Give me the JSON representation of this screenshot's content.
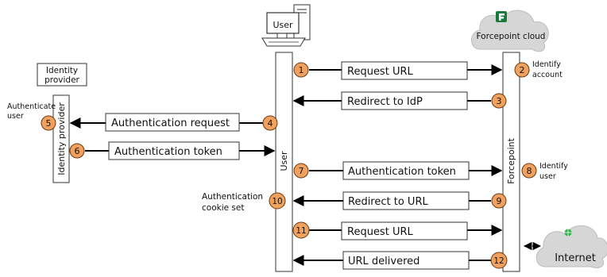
{
  "colors": {
    "badge_fill": "#F0A15E",
    "badge_stroke": "#6B3A12",
    "line": "#000000",
    "cloud": "#D6D6D6",
    "forcepoint_logo": "#1B7A3A",
    "globe": "#2DB34A"
  },
  "actors": {
    "user_title": "User",
    "user_lane": "User",
    "idp_title_line1": "Identity",
    "idp_title_line2": "provider",
    "idp_lane": "Identity provider",
    "forcepoint_cloud": "Forcepoint cloud",
    "forcepoint_lane": "Forcepoint",
    "internet": "Internet"
  },
  "icons": {
    "user": "desktop-computer-icon",
    "forcepoint": "forcepoint-logo-icon",
    "internet": "globe-icon"
  },
  "messages": [
    {
      "label": "Request URL"
    },
    {
      "label": "Redirect to IdP"
    },
    {
      "label": "Authentication request"
    },
    {
      "label": "Authentication token"
    },
    {
      "label": "Authentication token"
    },
    {
      "label": "Redirect to URL"
    },
    {
      "label": "Request URL"
    },
    {
      "label": "URL delivered"
    }
  ],
  "steps": [
    "1",
    "2",
    "3",
    "4",
    "5",
    "6",
    "7",
    "8",
    "9",
    "10",
    "11",
    "12"
  ],
  "notes": {
    "identify_account_1": "Identify",
    "identify_account_2": "account",
    "authenticate_user_1": "Authenticate",
    "authenticate_user_2": "user",
    "identify_user_1": "Identify",
    "identify_user_2": "user",
    "cookie_1": "Authentication",
    "cookie_2": "cookie set"
  }
}
